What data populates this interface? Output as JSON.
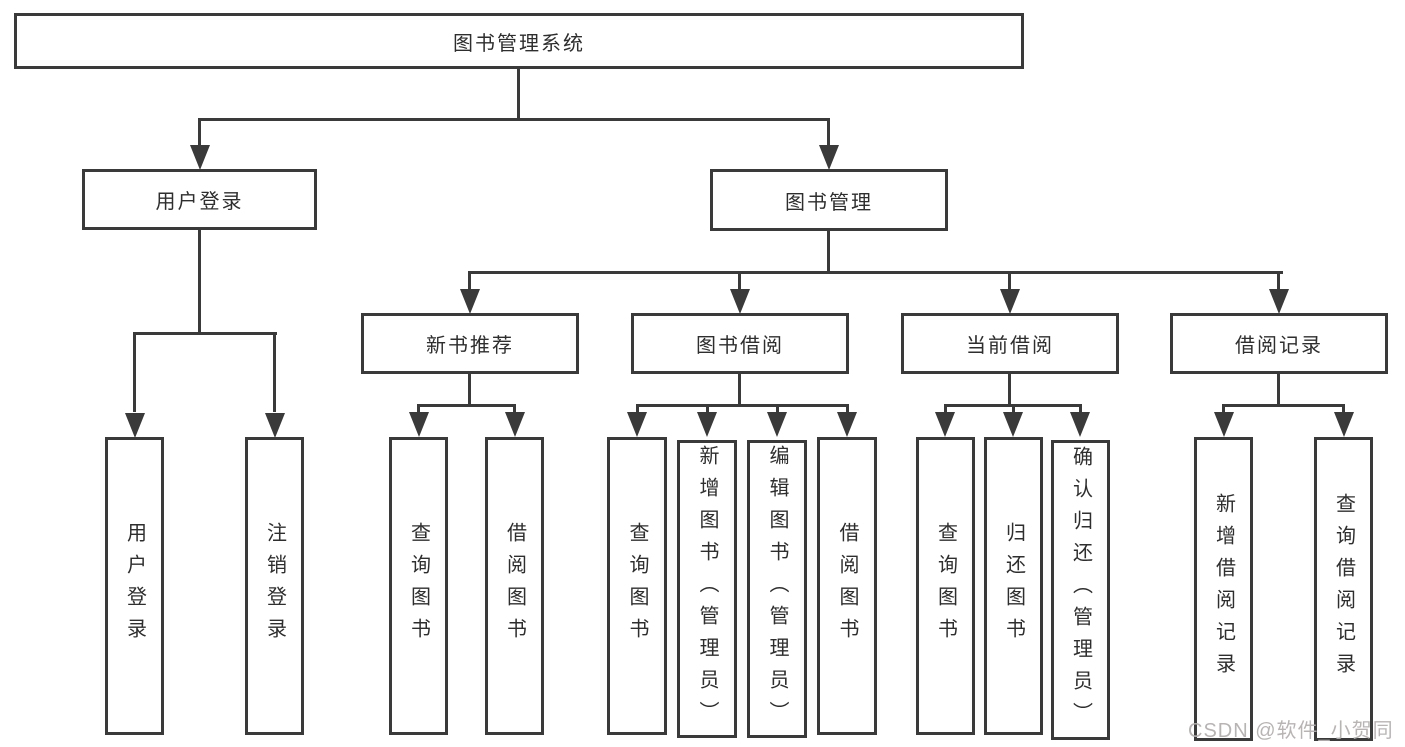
{
  "nodes": {
    "root": "图书管理系统",
    "user_login": "用户登录",
    "book_mgmt": "图书管理",
    "new_books": "新书推荐",
    "book_borrow": "图书借阅",
    "current_borrow": "当前借阅",
    "borrow_records": "借阅记录",
    "leaf_user_login": "用户登录",
    "leaf_logout": "注销登录",
    "leaf_nb_query": "查询图书",
    "leaf_nb_borrow": "借阅图书",
    "leaf_bb_query": "查询图书",
    "leaf_bb_add": "新增图书（管理员）",
    "leaf_bb_edit": "编辑图书（管理员）",
    "leaf_bb_borrow": "借阅图书",
    "leaf_cb_query": "查询图书",
    "leaf_cb_return": "归还图书",
    "leaf_cb_confirm": "确认归还（管理员）",
    "leaf_br_add": "新增借阅记录",
    "leaf_br_query": "查询借阅记录"
  },
  "watermark": "CSDN @软件_小贺同学",
  "colors": {
    "line": "#3a3a3a",
    "text": "#2e2e2e",
    "watermark": "#b5b0b0",
    "bg": "#ffffff"
  }
}
